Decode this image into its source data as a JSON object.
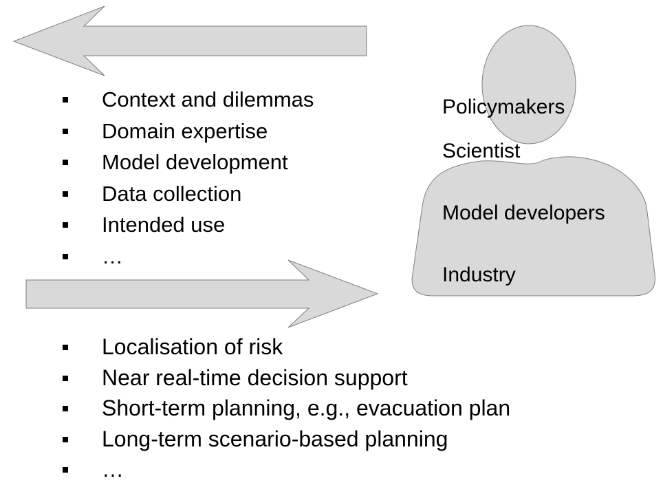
{
  "colors": {
    "shape_fill": "#d9d9d9",
    "shape_stroke": "#7f7f7f",
    "text": "#000000"
  },
  "arrows": {
    "top_direction": "left",
    "bottom_direction": "right"
  },
  "top_list": [
    "Context and dilemmas",
    "Domain expertise",
    "Model development",
    "Data collection",
    "Intended use",
    "…"
  ],
  "bottom_list": [
    "Localisation of risk",
    "Near real-time decision support",
    "Short-term planning, e.g., evacuation plan",
    "Long-term scenario-based planning",
    "…"
  ],
  "person": {
    "icon": "person-silhouette-icon",
    "roles": [
      "Policymakers",
      "Scientist",
      "Model developers",
      "Industry"
    ]
  }
}
